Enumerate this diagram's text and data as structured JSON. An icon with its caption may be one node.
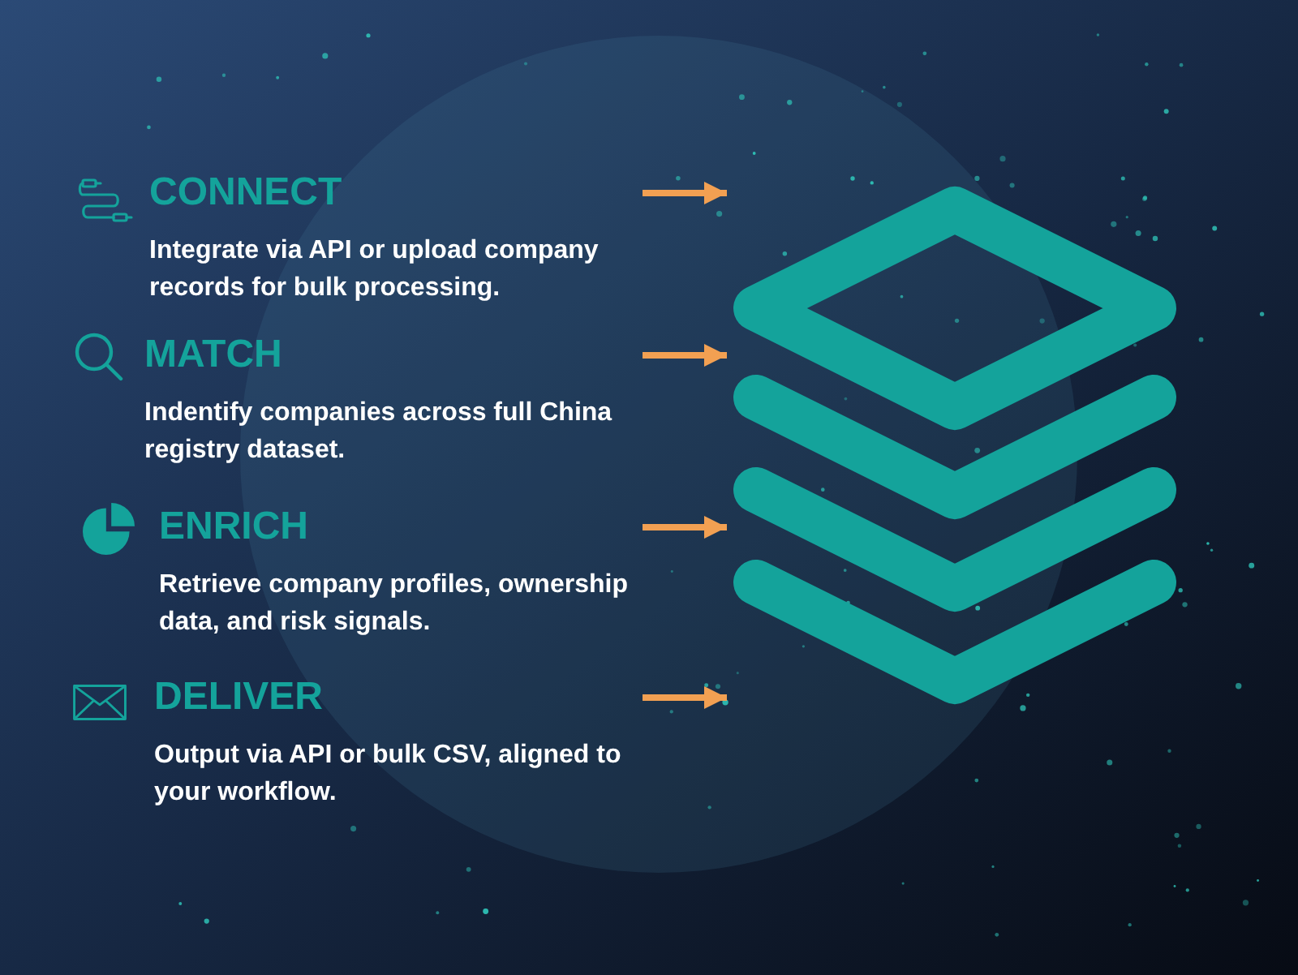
{
  "diagram": {
    "nodes": [
      {
        "text": [
          "CONNECT",
          "Integrate via API or upload company records for bulk processing."
        ]
      },
      {
        "text": [
          "MATCH",
          "Indentify companies across full China registry dataset."
        ]
      },
      {
        "text": [
          "ENRICH",
          "Retrieve company profiles, ownership data, and risk signals."
        ]
      },
      {
        "text": [
          "DELIVER",
          "Output via API or bulk CSV, aligned to your workflow."
        ]
      },
      {
        "text": [],
        "shape": "picture"
      }
    ],
    "edges": [
      {
        "from": 0,
        "to": 4,
        "arrow": "to"
      },
      {
        "from": 1,
        "to": 4,
        "arrow": "to"
      },
      {
        "from": 2,
        "to": 4,
        "arrow": "to"
      },
      {
        "from": 3,
        "to": 4,
        "arrow": "to"
      }
    ]
  }
}
